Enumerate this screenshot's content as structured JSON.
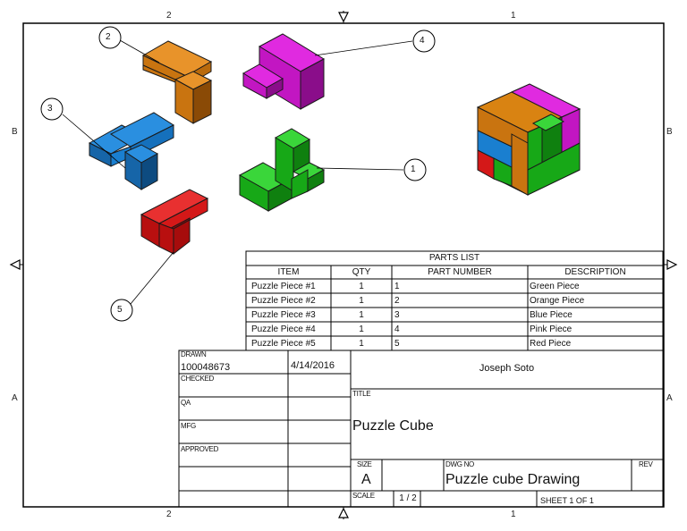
{
  "border": {
    "zones_top": [
      "2",
      "1"
    ],
    "zones_bottom": [
      "2",
      "1"
    ],
    "zones_left": [
      "B",
      "A"
    ],
    "zones_right": [
      "B",
      "A"
    ]
  },
  "balloons": [
    "1",
    "2",
    "3",
    "4",
    "5"
  ],
  "parts_list": {
    "title": "PARTS LIST",
    "headers": [
      "ITEM",
      "QTY",
      "PART NUMBER",
      "DESCRIPTION"
    ],
    "rows": [
      [
        "Puzzle Piece #1",
        "1",
        "1",
        "Green Piece"
      ],
      [
        "Puzzle Piece #2",
        "1",
        "2",
        "Orange Piece"
      ],
      [
        "Puzzle Piece #3",
        "1",
        "3",
        "Blue Piece"
      ],
      [
        "Puzzle Piece #4",
        "1",
        "4",
        "Pink Piece"
      ],
      [
        "Puzzle Piece #5",
        "1",
        "5",
        "Red Piece"
      ]
    ]
  },
  "title_block": {
    "drawn_label": "DRAWN",
    "drawn_by": "100048673",
    "drawn_date": "4/14/2016",
    "checked_label": "CHECKED",
    "qa_label": "QA",
    "mfg_label": "MFG",
    "approved_label": "APPROVED",
    "company": "Joseph Soto",
    "title_label": "TITLE",
    "title": "Puzzle Cube",
    "size_label": "SIZE",
    "size": "A",
    "dwg_no_label": "DWG NO",
    "dwg_no": "Puzzle cube Drawing",
    "rev_label": "REV",
    "scale_label": "SCALE",
    "scale": "1 / 2",
    "sheet": "SHEET 1  OF 1"
  },
  "colors": {
    "green": "#19c219",
    "orange": "#d98312",
    "blue": "#1a7fd0",
    "pink": "#d21ad2",
    "red": "#e01414"
  }
}
